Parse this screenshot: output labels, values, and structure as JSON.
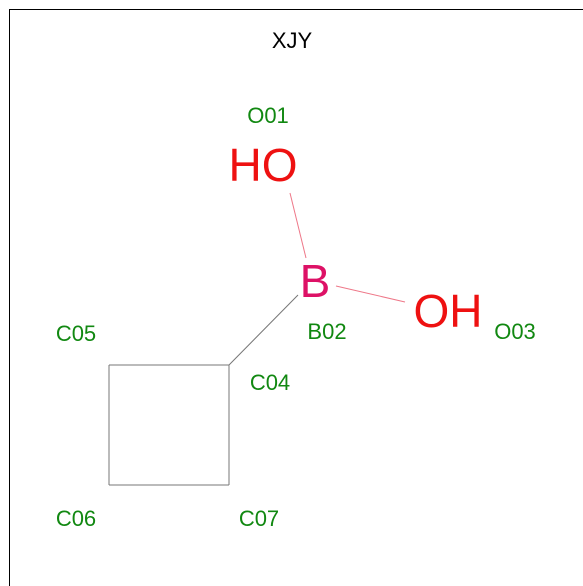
{
  "title": "XJY",
  "colors": {
    "oxygen": "#ee1111",
    "boron": "#dd1166",
    "label": "#118811",
    "bond_ob": "#ee7788",
    "bond_carbon": "#777777",
    "frame": "#000000"
  },
  "atoms": {
    "o01": {
      "symbol": "HO",
      "label": "O01"
    },
    "b02": {
      "symbol": "B",
      "label": "B02"
    },
    "o03": {
      "symbol": "OH",
      "label": "O03"
    },
    "c04": {
      "label": "C04"
    },
    "c05": {
      "label": "C05"
    },
    "c06": {
      "label": "C06"
    },
    "c07": {
      "label": "C07"
    }
  }
}
